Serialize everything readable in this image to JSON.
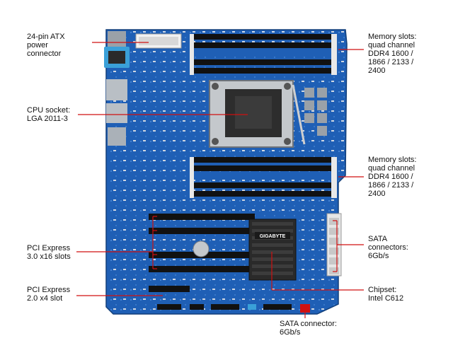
{
  "labels": {
    "atx": "24-pin ATX\npower\nconnector",
    "cpu": "CPU socket:\nLGA 2011-3",
    "pcie3": "PCI Express\n3.0 x16 slots",
    "pcie2": "PCI Express\n2.0 x4 slot",
    "mem_top": "Memory slots:\nquad channel\nDDR4 1600 /\n1866 / 2133 /\n2400",
    "mem_bottom": "Memory slots:\nquad channel\nDDR4 1600 /\n1866 / 2133 /\n 2400",
    "sata6": "SATA\nconnectors:\n6Gb/s",
    "chipset": "Chipset:\nIntel C612",
    "sata1": "SATA connector:\n6Gb/s"
  },
  "board": {
    "brand": "GIGABYTE"
  },
  "colors": {
    "pcb": "#1f5fb5",
    "pcb_light": "#3a7fd0",
    "callout": "#d01010",
    "dimm": "#111111",
    "dimm_latch": "#e8e8e8",
    "heatsink": "#2a2a2a"
  }
}
